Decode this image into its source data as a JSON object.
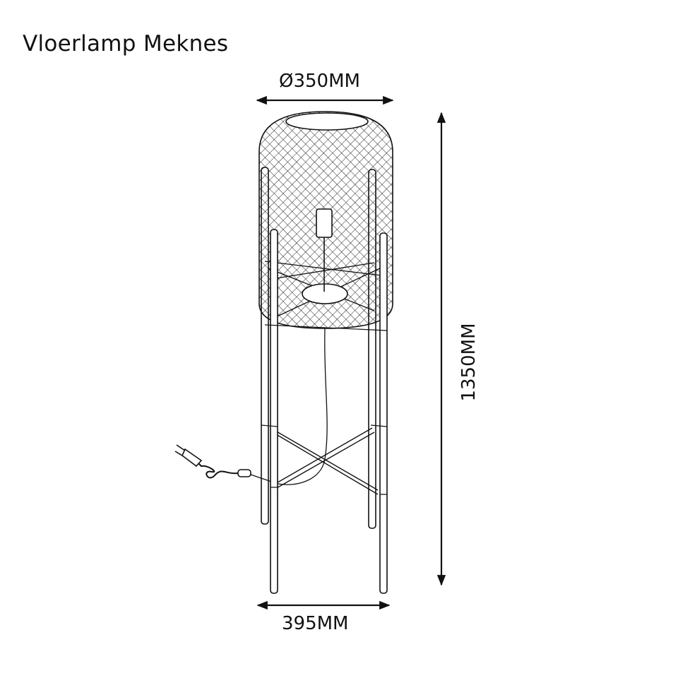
{
  "title": "Vloerlamp Meknes",
  "dimensions": {
    "diameter": "Ø350MM",
    "height": "1350MM",
    "base_width": "395MM"
  },
  "colors": {
    "line": "#111111",
    "background": "#ffffff"
  }
}
